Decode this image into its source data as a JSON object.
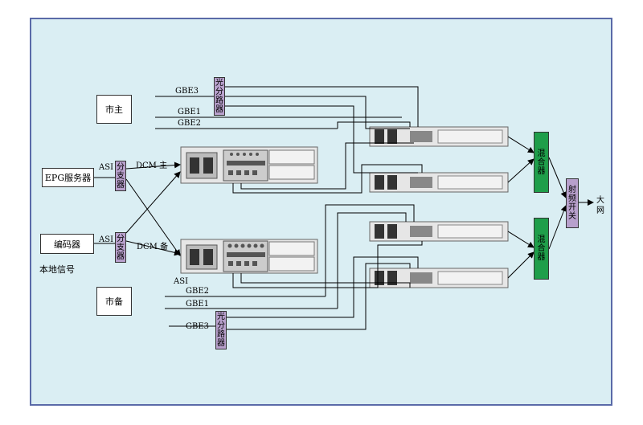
{
  "colors": {
    "panel_bg": "#daeef3",
    "panel_border": "#5a6aa8",
    "splitter": "#b8a0cc",
    "combiner": "#1f9e4a"
  },
  "boxes": {
    "shi_zhu": "市主",
    "shi_bei": "市备",
    "epg_server": "EPG服务器",
    "encoder": "编码器"
  },
  "local_signal": "本地信号",
  "splitters": {
    "asi_top": [
      "分",
      "支",
      "器"
    ],
    "asi_bottom": [
      "分",
      "支",
      "器"
    ],
    "optical_top": [
      "光",
      "分",
      "路",
      "器"
    ],
    "optical_bottom": [
      "光",
      "分",
      "路",
      "器"
    ]
  },
  "combiners": {
    "top": [
      "混",
      "合",
      "器"
    ],
    "bottom": [
      "混",
      "合",
      "器"
    ]
  },
  "rf_switch": [
    "射",
    "频",
    "开",
    "关"
  ],
  "output": [
    "大",
    "网"
  ],
  "labels": {
    "asi1": "ASI",
    "asi2": "ASI",
    "asi3": "ASI",
    "dcm_main": "DCM 主",
    "dcm_backup": "DCM 备",
    "gbe3_top": "GBE3",
    "gbe1_top": "GBE1",
    "gbe2_top": "GBE2",
    "gbe2_bottom": "GBE2",
    "gbe1_bottom": "GBE1",
    "gbe3_bottom": "GBE3"
  }
}
